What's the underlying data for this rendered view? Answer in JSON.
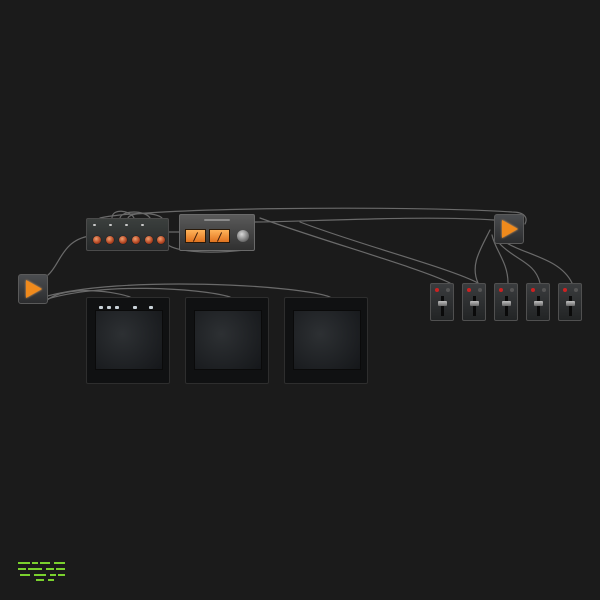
{
  "canvas": {
    "background": "#1b1b1b",
    "cable_color": "#6a6a6a"
  },
  "modules": {
    "mixer": {
      "name": "mixer-module",
      "knob_color": "#c3532c",
      "knob_count": 6
    },
    "meter": {
      "name": "vu-meter-module",
      "display_color": "#f08a2c"
    },
    "players": [
      {
        "name": "player-left",
        "icon": "play-icon"
      },
      {
        "name": "player-right",
        "icon": "play-icon"
      }
    ],
    "screens": [
      {
        "name": "screen-1"
      },
      {
        "name": "screen-2"
      },
      {
        "name": "screen-3"
      }
    ],
    "faders": [
      {
        "name": "fader-1"
      },
      {
        "name": "fader-2"
      },
      {
        "name": "fader-3"
      },
      {
        "name": "fader-4"
      },
      {
        "name": "fader-5"
      }
    ]
  },
  "logo": {
    "icon": "brand-logo-icon",
    "color": "#7ad12e"
  }
}
